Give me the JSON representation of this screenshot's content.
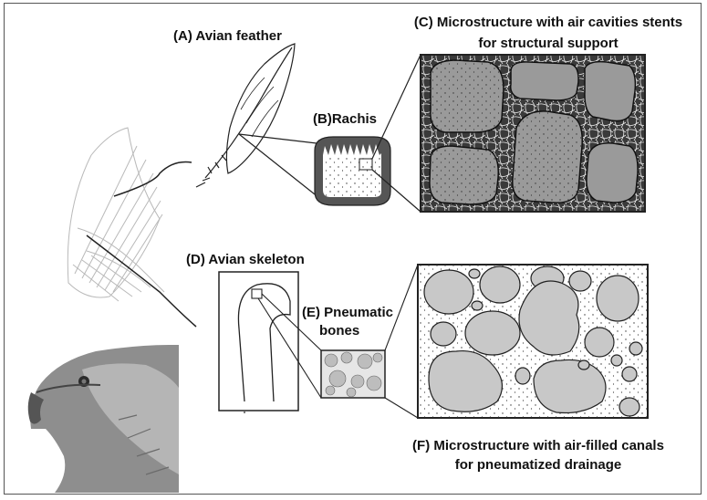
{
  "labels": {
    "a": "(A) Avian feather",
    "b": "(B)Rachis",
    "c_line1": "(C) Microstructure with air cavities stents",
    "c_line2": "for structural support",
    "d": "(D) Avian skeleton",
    "e_line1": "(E) Pneumatic",
    "e_line2": "bones",
    "f_line1": "(F) Microstructure with air-filled canals",
    "f_line2": "for pneumatized drainage"
  },
  "colors": {
    "outline": "#222222",
    "cavity_fill": "#9a9a9a",
    "canal_fill": "#c8c8c8",
    "background": "#ffffff"
  }
}
